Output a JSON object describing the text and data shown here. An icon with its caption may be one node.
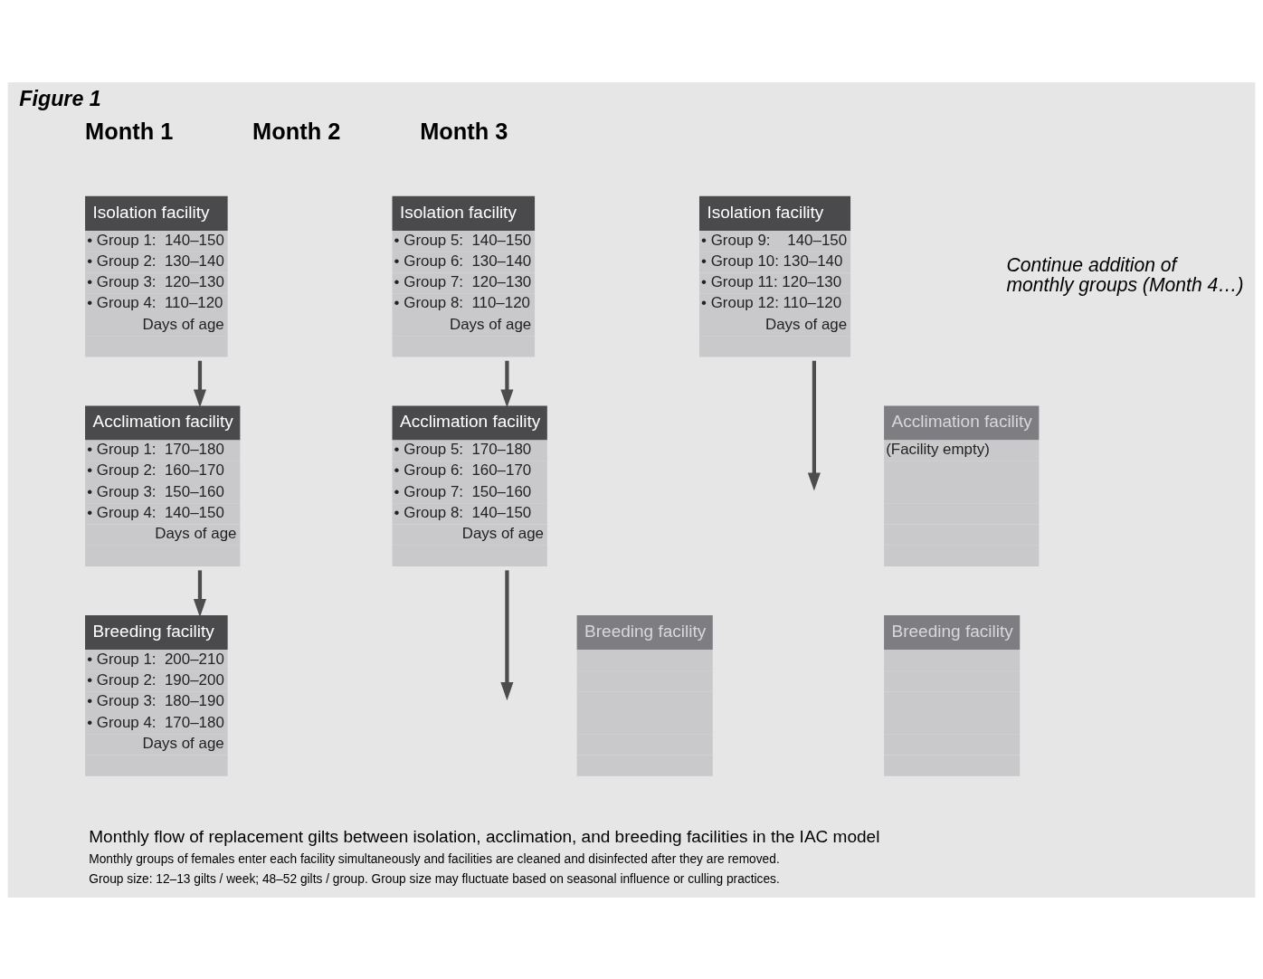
{
  "diagram": {
    "title": "Figure 1",
    "caption": "Monthly flow of replacement gilts between isolation, acclimation, and breeding facilities in the IAC model",
    "nodes": [
      {
        "text": [
          "Isolation facility",
          "• Group 1:  140–150",
          "• Group 2:  130–140",
          "• Group 3:  120–130",
          "• Group 4:  110–120",
          "Days of age"
        ]
      },
      {
        "text": [
          "Isolation facility",
          "• Group 5:  140–150",
          "• Group 6:  130–140",
          "• Group 7:  120–130",
          "• Group 8:  110–120",
          "Days of age"
        ]
      },
      {
        "text": [
          "Isolation facility",
          "• Group 9:    140–150",
          "• Group 10: 130–140",
          "• Group 11: 120–130",
          "• Group 12: 110–120",
          "Days of age"
        ]
      },
      {
        "text": [
          "Acclimation facility",
          "(Facility empty)"
        ]
      },
      {
        "text": [
          "Acclimation facility",
          "• Group 1:  170–180",
          "• Group 2:  160–170",
          "• Group 3:  150–160",
          "• Group 4:  140–150",
          "Days of age"
        ]
      },
      {
        "text": [
          "Acclimation facility",
          "• Group 5:  170–180",
          "• Group 6:  160–170",
          "• Group 7:  150–160",
          "• Group 8:  140–150",
          "Days of age"
        ]
      },
      {
        "text": [
          "Breeding facility"
        ]
      },
      {
        "text": [
          "Breeding facility"
        ]
      },
      {
        "text": [
          "Breeding facility",
          "• Group 1:  200–210",
          "• Group 2:  190–200",
          "• Group 3:  180–190",
          "• Group 4:  170–180",
          "Days of age"
        ]
      }
    ],
    "edges": [
      {
        "from": 0,
        "to": 4,
        "arrow": "to"
      },
      {
        "from": 1,
        "to": 5,
        "arrow": "to"
      },
      {
        "from": 2,
        "to": null,
        "arrow": "to"
      },
      {
        "from": 4,
        "to": 8,
        "arrow": "to"
      },
      {
        "from": 5,
        "to": null,
        "arrow": "to"
      }
    ],
    "labels": [
      "Month 1",
      "Month 2",
      "Month 3",
      "Continue addition of monthly groups (Month 4…)",
      "Monthly groups of females enter each facility simultaneously and facilities are cleaned and disinfected after they are removed.",
      "Group size: 12–13 gilts / week; 48–52 gilts / group. Group size may fluctuate based on seasonal influence or culling practices."
    ]
  }
}
